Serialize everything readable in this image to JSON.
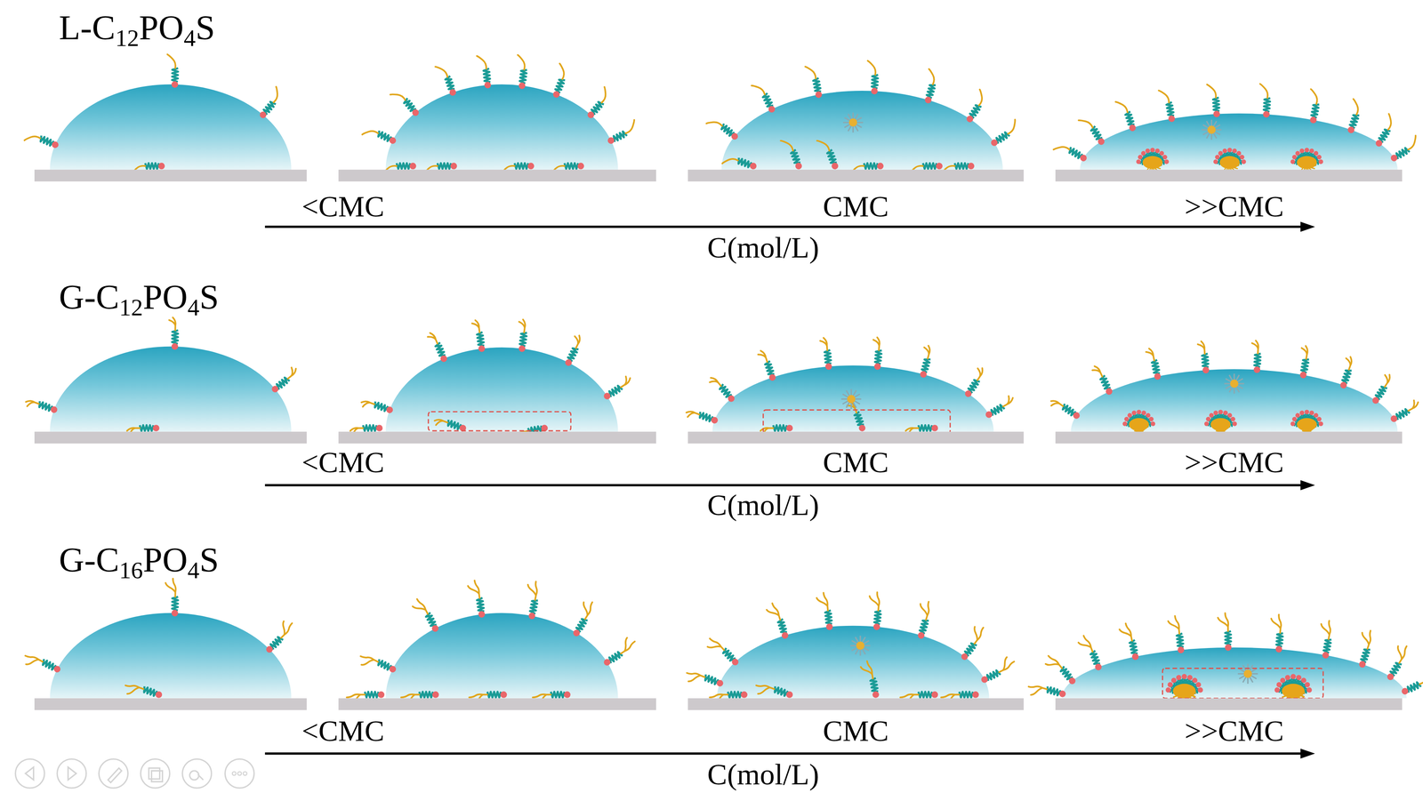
{
  "diagram": {
    "labels": [
      "L-C12PO4S",
      "<CMC",
      "CMC",
      ">>CMC",
      "C(mol/L)",
      "G-C12PO4S",
      "<CMC",
      "CMC",
      ">>CMC",
      "C(mol/L)",
      "G-C16PO4S",
      "<CMC",
      "CMC",
      ">>CMC",
      "C(mol/L)"
    ]
  }
}
